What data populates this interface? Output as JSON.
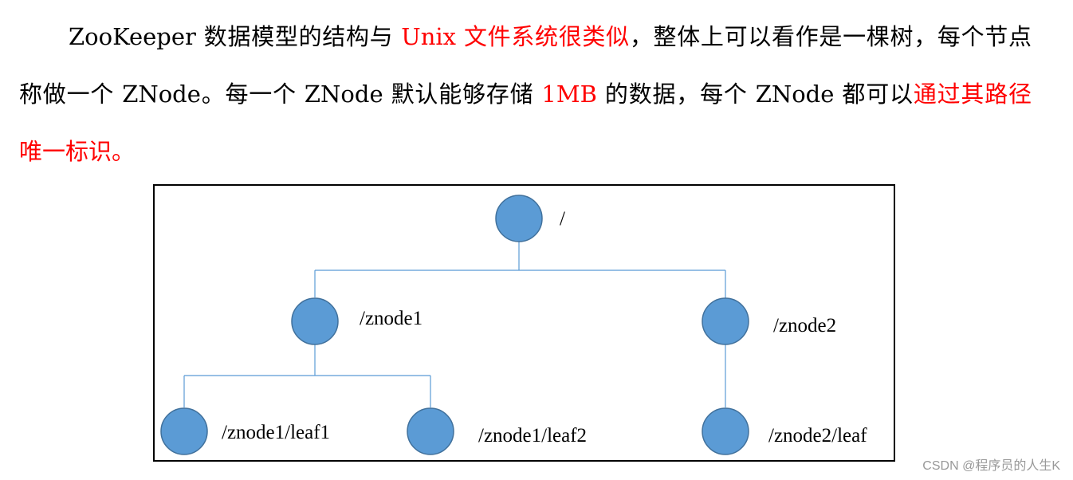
{
  "paragraph": {
    "seg1": "ZooKeeper 数据模型的结构与 ",
    "seg2": "Unix 文件系统很类似",
    "seg3": "，整体上可以看作是一棵树，每个节点称做一个 ZNode。每一个 ZNode 默认能够存储 ",
    "seg4": "1MB",
    "seg5": " 的数据，每个 ZNode 都可以",
    "seg6": "通过其路径唯一标识。"
  },
  "tree": {
    "root": "/",
    "znode1": "/znode1",
    "znode2": "/znode2",
    "leaf1": "/znode1/leaf1",
    "leaf2": "/znode1/leaf2",
    "leaf3": "/znode2/leaf"
  },
  "colors": {
    "highlight": "#ff0000",
    "node_fill": "#5b9bd5",
    "node_stroke": "#41719c",
    "connector": "#5b9bd5"
  },
  "watermark": "CSDN @程序员的人生K"
}
